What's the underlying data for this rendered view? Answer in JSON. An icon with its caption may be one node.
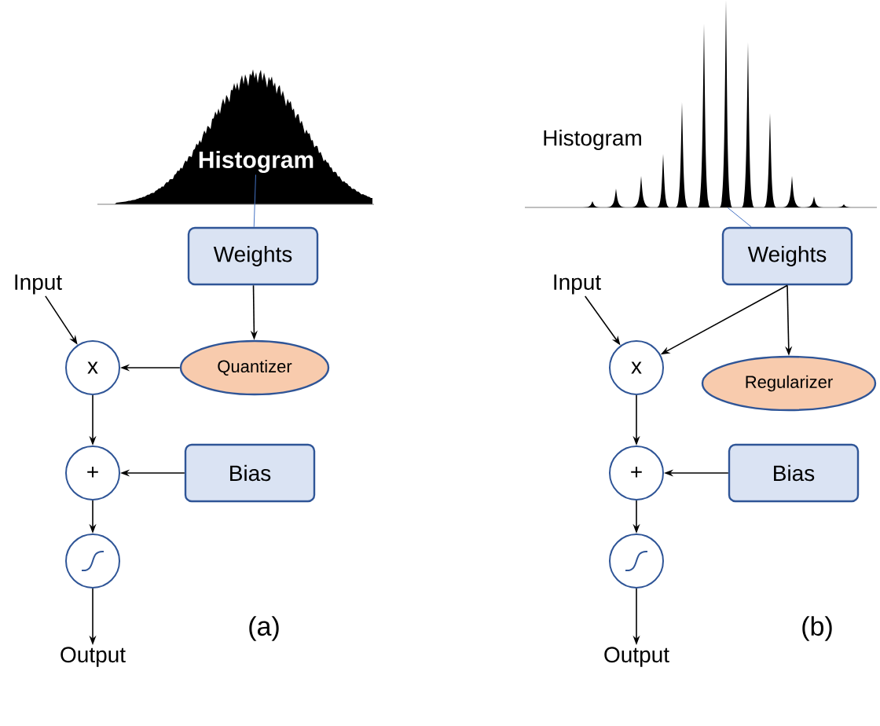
{
  "diagram": {
    "nodes": [
      {
        "text": [
          "Histogram"
        ]
      },
      {
        "text": [
          "Weights"
        ]
      },
      {
        "text": [
          "Input"
        ]
      },
      {
        "text": [
          "x"
        ]
      },
      {
        "text": [
          "Quantizer"
        ]
      },
      {
        "text": [
          "+"
        ]
      },
      {
        "text": [
          "Bias"
        ]
      },
      {
        "text": [],
        "shape": "circle"
      },
      {
        "text": [
          "Output"
        ]
      },
      {
        "text": [],
        "shape": "picture"
      },
      {
        "text": [
          "Weights"
        ]
      },
      {
        "text": [
          "Input"
        ]
      },
      {
        "text": [
          "x"
        ]
      },
      {
        "text": [
          "Regularizer"
        ]
      },
      {
        "text": [
          "+"
        ]
      },
      {
        "text": [
          "Bias"
        ]
      },
      {
        "text": [],
        "shape": "circle"
      },
      {
        "text": [
          "Output"
        ]
      }
    ],
    "edges": [
      {
        "from": 0,
        "to": 1,
        "arrow": "none",
        "color": "#4472c4"
      },
      {
        "from": 2,
        "to": 3,
        "arrow": "to"
      },
      {
        "from": 1,
        "to": 4,
        "arrow": "to"
      },
      {
        "from": 4,
        "to": 3,
        "arrow": "to"
      },
      {
        "from": 3,
        "to": 5,
        "arrow": "to"
      },
      {
        "from": 6,
        "to": 5,
        "arrow": "to"
      },
      {
        "from": 5,
        "to": 7,
        "arrow": "to"
      },
      {
        "from": 7,
        "to": 8,
        "arrow": "to"
      },
      {
        "from": 9,
        "to": 10,
        "arrow": "none",
        "color": "#4472c4"
      },
      {
        "from": 11,
        "to": 12,
        "arrow": "to"
      },
      {
        "from": 10,
        "to": 12,
        "arrow": "to"
      },
      {
        "from": 10,
        "to": 13,
        "arrow": "to"
      },
      {
        "from": 12,
        "to": 14,
        "arrow": "to"
      },
      {
        "from": 15,
        "to": 14,
        "arrow": "to"
      },
      {
        "from": 14,
        "to": 16,
        "arrow": "to"
      },
      {
        "from": 16,
        "to": 17,
        "arrow": "to"
      }
    ],
    "labels": [
      "Histogram",
      "(a)",
      "(b)"
    ]
  }
}
